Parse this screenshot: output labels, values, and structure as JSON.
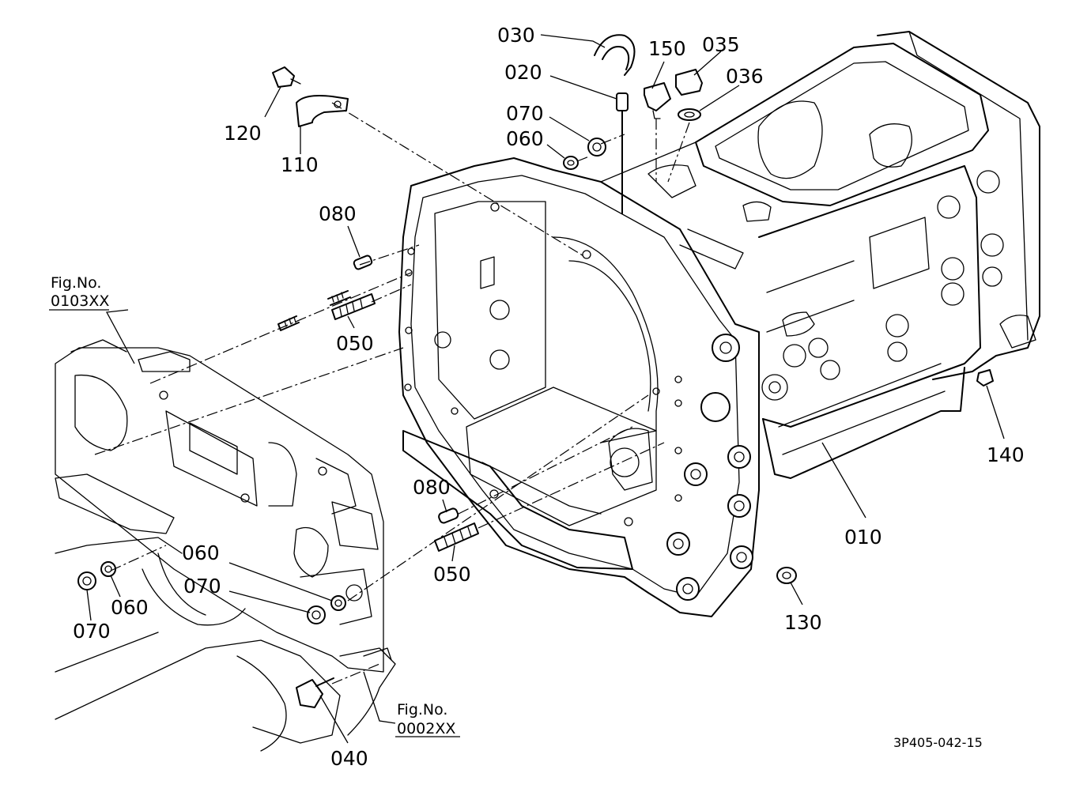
{
  "diagram": {
    "labels": {
      "p010": "010",
      "p020": "020",
      "p030": "030",
      "p035": "035",
      "p036": "036",
      "p040": "040",
      "p050a": "050",
      "p050b": "050",
      "p060a": "060",
      "p060b": "060",
      "p060c": "060",
      "p070a": "070",
      "p070b": "070",
      "p070c": "070",
      "p080a": "080",
      "p080b": "080",
      "p110": "110",
      "p120": "120",
      "p130": "130",
      "p140": "140",
      "p150": "150"
    },
    "refs": {
      "fig_front_title": "Fig.No.",
      "fig_front_code": "0103XX",
      "fig_bottom_title": "Fig.No.",
      "fig_bottom_code": "0002XX"
    },
    "drawing_code": "3P405-042-15"
  }
}
